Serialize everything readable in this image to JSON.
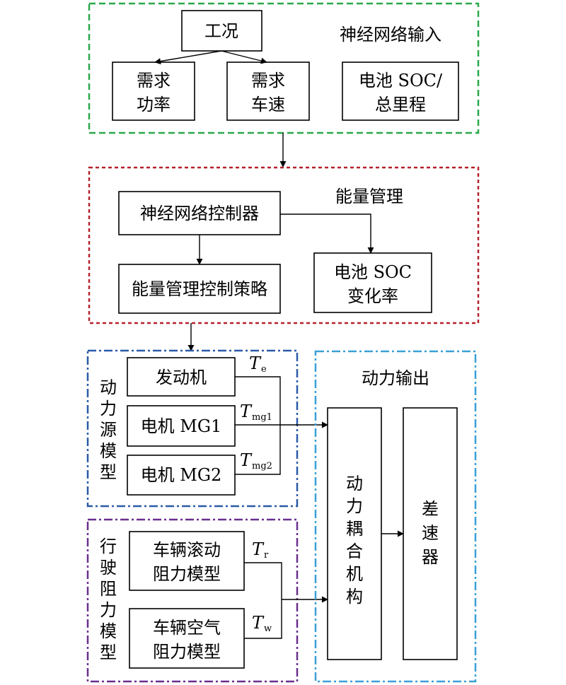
{
  "colors": {
    "input_border": "#2aa84a",
    "energy_border": "#b5222c",
    "power_border": "#2a5aa8",
    "resist_border": "#6a2f8f",
    "output_border": "#3aa0d6"
  },
  "input_group": {
    "label": "神经网络输入",
    "condition": "工况",
    "demand_power": [
      "需求",
      "功率"
    ],
    "demand_speed": [
      "需求",
      "车速"
    ],
    "battery": [
      "电池 SOC/",
      "总里程"
    ]
  },
  "energy_group": {
    "label": "能量管理",
    "controller": "神经网络控制器",
    "strategy": "能量管理控制策略",
    "soc_rate": [
      "电池 SOC",
      "变化率"
    ]
  },
  "power_group": {
    "label": [
      "动",
      "力",
      "源",
      "模",
      "型"
    ],
    "engine": "发动机",
    "mg1": "电机 MG1",
    "mg2": "电机 MG2",
    "torque_e": {
      "symbol": "T",
      "sub": "e"
    },
    "torque_mg1": {
      "symbol": "T",
      "sub": "mg1"
    },
    "torque_mg2": {
      "symbol": "T",
      "sub": "mg2"
    }
  },
  "resist_group": {
    "label": [
      "行",
      "驶",
      "阻",
      "力",
      "模",
      "型"
    ],
    "rolling": [
      "车辆滚动",
      "阻力模型"
    ],
    "air": [
      "车辆空气",
      "阻力模型"
    ],
    "torque_r": {
      "symbol": "T",
      "sub": "r"
    },
    "torque_w": {
      "symbol": "T",
      "sub": "w"
    }
  },
  "output_group": {
    "label": "动力输出",
    "coupling": [
      "动",
      "力",
      "耦",
      "合",
      "机",
      "构"
    ],
    "differential": [
      "差",
      "速",
      "器"
    ]
  }
}
